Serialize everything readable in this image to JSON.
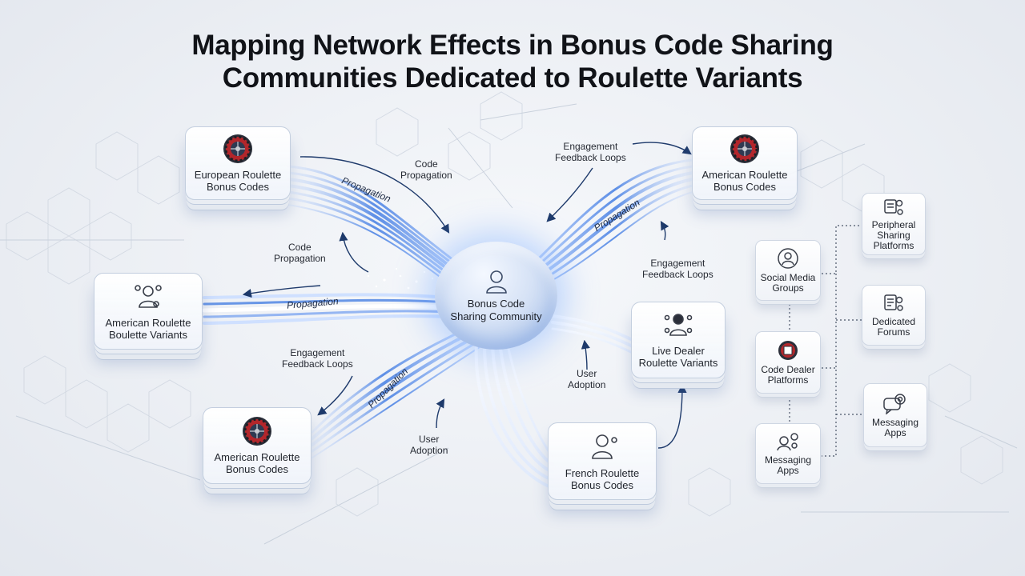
{
  "title": {
    "line1": "Mapping Network Effects in Bonus Code Sharing",
    "line2": "Communities Dedicated to Roulette Variants"
  },
  "hub": {
    "label": "Bonus Code\nSharing Community",
    "icon": "user-icon"
  },
  "nodes": {
    "european": {
      "label": "European Roulette\nBonus Codes",
      "icon": "roulette-wheel-icon"
    },
    "american_top": {
      "label": "American Roulette\nBonus Codes",
      "icon": "roulette-wheel-icon"
    },
    "american_variants": {
      "label": "American Roulette\nBoulette Variants",
      "icon": "user-group-icon"
    },
    "live_dealer": {
      "label": "Live Dealer\nRoulette Variants",
      "icon": "dealer-icon"
    },
    "american_bottom": {
      "label": "American Roulette\nBonus Codes",
      "icon": "roulette-wheel-icon"
    },
    "french": {
      "label": "French Roulette\nBonus Codes",
      "icon": "user-icon"
    }
  },
  "annotations": {
    "code_prop_top": "Code\nPropagation",
    "code_prop_left": "Code\nPropagation",
    "engagement_top": "Engagement\nFeedback Loops",
    "engagement_right": "Engagement\nFeedback Loops",
    "engagement_left": "Engagement\nFeedback Loops",
    "user_adoption_right": "User\nAdoption",
    "user_adoption_bottom": "User\nAdoption"
  },
  "flow_labels": {
    "f1": "Propagation",
    "f2": "Propagation",
    "f3": "Propagation",
    "f4": "Propagation"
  },
  "peripheral": {
    "social_media": {
      "label": "Social Media\nGroups",
      "icon": "social-user-icon"
    },
    "code_dealer": {
      "label": "Code Dealer\nPlatforms",
      "icon": "code-platform-icon"
    },
    "messaging_left": {
      "label": "Messaging\nApps",
      "icon": "messaging-icon"
    },
    "peripheral_sharing": {
      "label": "Peripheral\nSharing\nPlatforms",
      "icon": "sharing-platform-icon"
    },
    "dedicated_forums": {
      "label": "Dedicated\nForums",
      "icon": "forum-icon"
    },
    "messaging_right": {
      "label": "Messaging\nApps",
      "icon": "chat-bubble-icon"
    }
  },
  "colors": {
    "flow_blue": "#2f6fe0",
    "flow_light": "#9cc2ff",
    "background": "#eceff4",
    "arrow": "#1e3a6b"
  }
}
